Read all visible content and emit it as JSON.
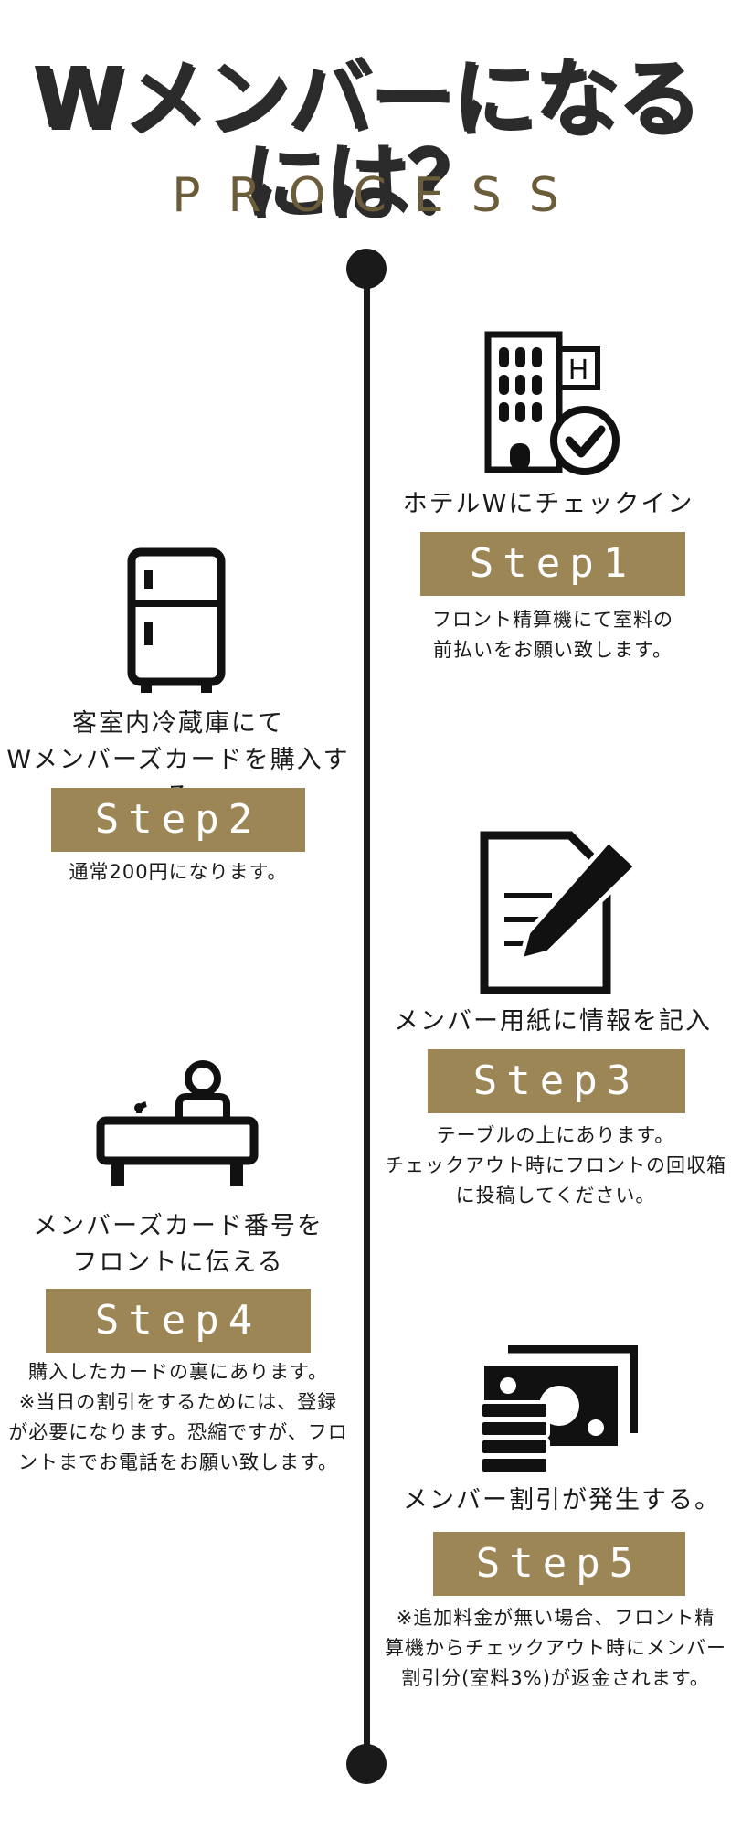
{
  "header": {
    "title": "Wメンバーになるには？",
    "subtitle": "PROCESS"
  },
  "steps": [
    {
      "icon": "hotel-check-icon",
      "label": "ホテルWにチェックイン",
      "step": "Step1",
      "desc": [
        "フロント精算機にて室料の",
        "前払いをお願い致します。"
      ]
    },
    {
      "icon": "refrigerator-icon",
      "label": [
        "客室内冷蔵庫にて",
        "Wメンバーズカードを購入する"
      ],
      "step": "Step2",
      "desc": [
        "通常200円になります。"
      ]
    },
    {
      "icon": "form-pen-icon",
      "label": "メンバー用紙に情報を記入",
      "step": "Step3",
      "desc": [
        "テーブルの上にあります。",
        "チェックアウト時にフロントの回収箱",
        "に投稿してください。"
      ]
    },
    {
      "icon": "reception-desk-icon",
      "label": [
        "メンバーズカード番号を",
        "フロントに伝える"
      ],
      "step": "Step4",
      "desc": [
        "購入したカードの裏にあります。",
        "※当日の割引をするためには、登録",
        "が必要になります。恐縮ですが、フロ",
        "ントまでお電話をお願い致します。"
      ]
    },
    {
      "icon": "money-coins-icon",
      "label": "メンバー割引が発生する。",
      "step": "Step5",
      "desc": [
        "※追加料金が無い場合、フロント精",
        "算機からチェックアウト時にメンバー",
        "割引分(室料3%)が返金されます。"
      ]
    }
  ]
}
